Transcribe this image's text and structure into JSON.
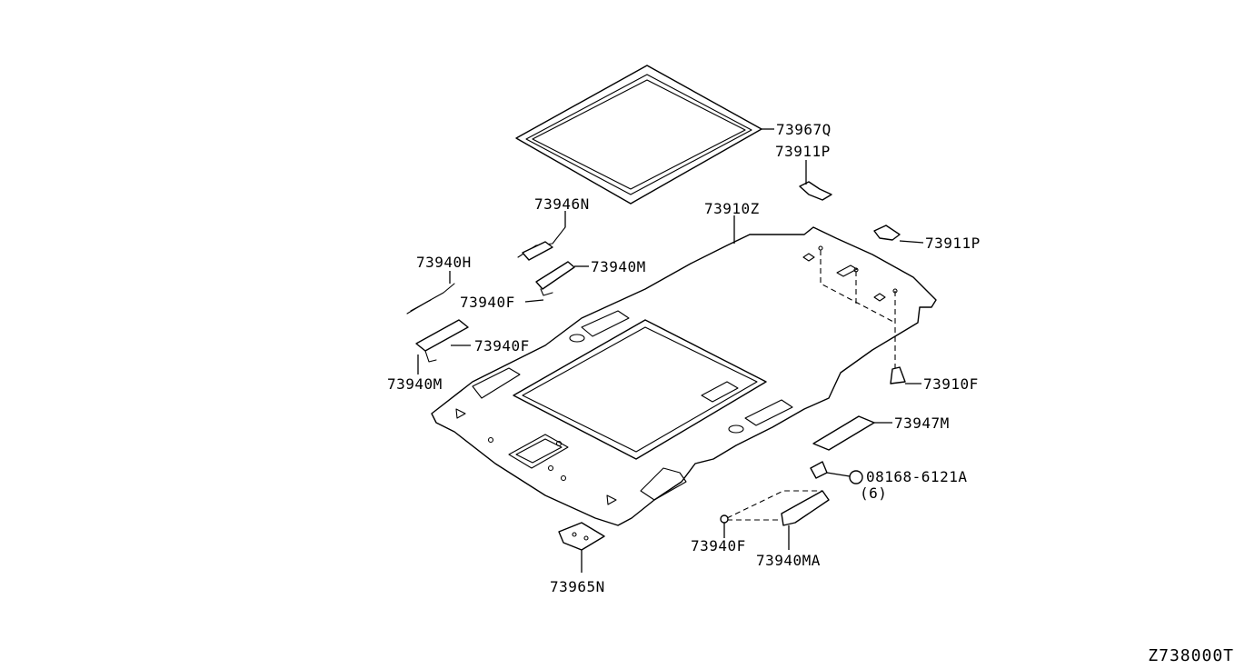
{
  "diagram": {
    "labels": {
      "sunroof_seal": "73967Q",
      "clip_right_upper": "73911P",
      "clip_right": "73911P",
      "harness_upper": "73946N",
      "headlining": "73910Z",
      "harness_left": "73940H",
      "handle_upper": "73940M",
      "clip_upper": "73940F",
      "clip_mid": "73940F",
      "handle_left": "73940M",
      "clip_fastener": "73910F",
      "bracket": "73947M",
      "bolt": "08168-6121A",
      "bolt_qty": "(6)",
      "clip_lower": "73940F",
      "handle_assy": "73940MA",
      "lamp_bracket": "73965N"
    },
    "drawing_code": "Z738000T"
  }
}
